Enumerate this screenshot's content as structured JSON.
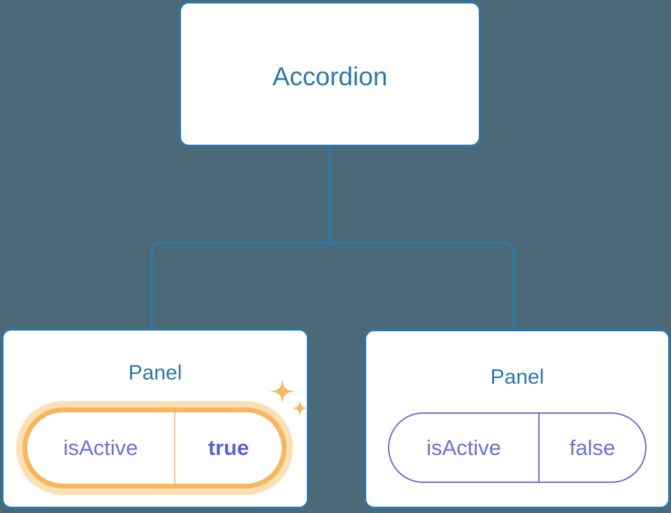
{
  "diagram": {
    "type": "component-tree",
    "background_color": "#4c6977",
    "node_border_color": "#2b78ad",
    "node_fill_color": "#ffffff",
    "node_text_color": "#2b78ad",
    "connector_color": "#2b78ad",
    "prop_text_color": "#6b70db",
    "highlight_color": "#f6b75e",
    "highlight_halo_color": "#fce0b4",
    "highlight_value_color": "#5b61db",
    "sparkle_color": "#f8b765"
  },
  "root": {
    "label": "Accordion"
  },
  "children": [
    {
      "label": "Panel",
      "prop": {
        "key": "isActive",
        "value": "true"
      },
      "highlighted": true,
      "sparkle_large": "sparkle-icon",
      "sparkle_small": "sparkle-icon"
    },
    {
      "label": "Panel",
      "prop": {
        "key": "isActive",
        "value": "false"
      },
      "highlighted": false
    }
  ]
}
